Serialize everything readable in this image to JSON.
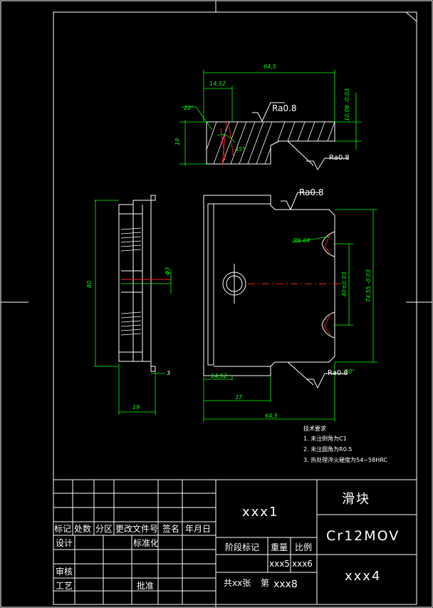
{
  "dimensions": {
    "top_width": "64,5",
    "top_inner": "14,52",
    "top_height_right": "10,06 -0.03",
    "top_height_left": "19",
    "angle_top": "22°",
    "angle_small": "45°",
    "rough_top1": "Ra0.8",
    "rough_top2": "Ra0.8",
    "rough_front": "Ra0.8",
    "rough_bottom": "Ra0.8",
    "radius": "R6.64",
    "inner_span": "40±0.03",
    "outer_span": "74.55 -0.03",
    "side_height": "80",
    "side_hole": "Φ3",
    "side_step": "3",
    "side_width": "19",
    "front_inner": "14,52",
    "front_mid": "37",
    "front_total": "64,5",
    "bottom_angle": "30°"
  },
  "notes": {
    "title": "技术要求",
    "line1": "1. 未注倒角为C1",
    "line2": "2. 未注圆角为R0.5",
    "line3": "3. 热处理淬火硬度为54~58HRC"
  },
  "title_block": {
    "drawing_no": "xxx1",
    "part_name": "滑块",
    "material": "Cr12MOV",
    "code": "xxx4",
    "weight": "xxx5",
    "scale": "xxx6",
    "sheet": "xxx8",
    "header_mark": "标记",
    "header_count": "处数",
    "header_zone": "分区",
    "header_doc": "更改文件号",
    "header_sign": "签名",
    "header_date": "年月日",
    "design": "设计",
    "standardize": "标准化",
    "check": "审核",
    "process": "工艺",
    "approve": "批准",
    "stage_mark": "阶段标记",
    "weight_label": "重量",
    "scale_label": "比例",
    "sheets_total": "共xx张",
    "sheet_label": "第"
  }
}
